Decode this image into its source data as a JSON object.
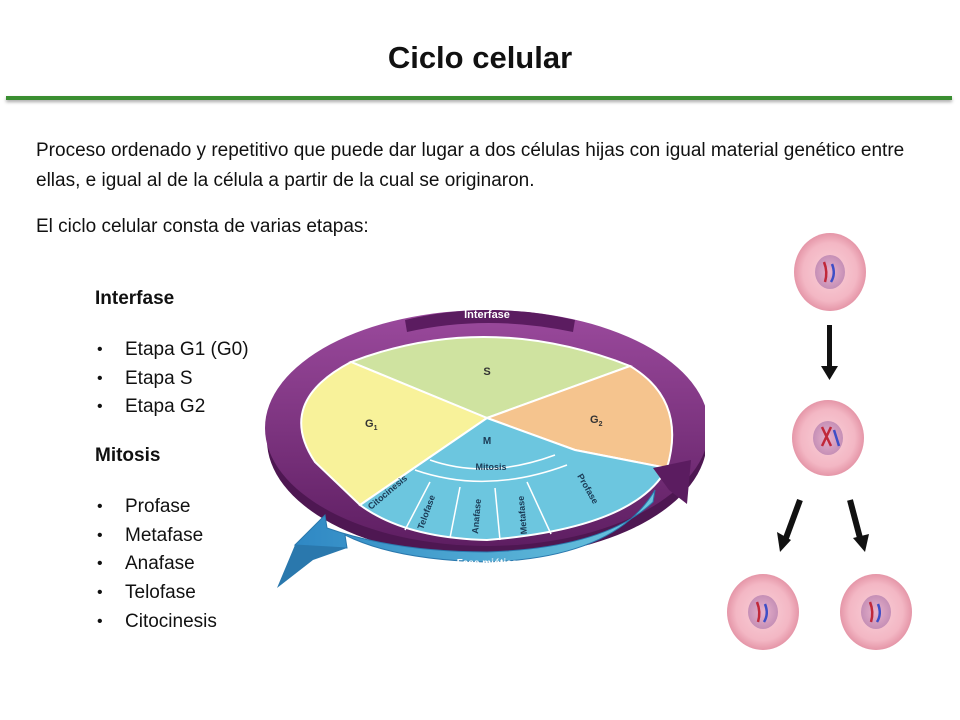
{
  "title": "Ciclo celular",
  "intro": "Proceso ordenado y repetitivo que puede dar lugar a dos células hijas con igual material genético entre ellas, e igual al de la célula a partir de la cual se originaron.",
  "stages_intro": "El ciclo celular consta de varias etapas:",
  "interfase": {
    "heading": "Interfase",
    "items": [
      "Etapa G1 (G0)",
      "Etapa S",
      "Etapa G2"
    ]
  },
  "mitosis": {
    "heading": "Mitosis",
    "items": [
      "Profase",
      "Metafase",
      "Anafase",
      "Telofase",
      "Citocinesis"
    ]
  },
  "diagram": {
    "ring_label": "Interfase",
    "s": "S",
    "g1": "G",
    "g1_sub": "1",
    "g2": "G",
    "g2_sub": "2",
    "m": "M",
    "mitosis_band": "Mitosis",
    "fase_miotica": "Fase miótica",
    "citocinesis": "Citocinesis",
    "telofase": "Telofase",
    "anafase": "Anafase",
    "metafase": "Metafase",
    "profase": "Profase",
    "colors": {
      "ring": "#7a2a7e",
      "s": "#cfe3a0",
      "g1": "#f8f29a",
      "g2": "#f5c48e",
      "mitosis": "#6cc6df",
      "arrow": "#4a9fd3",
      "accent_rule": "#3a8e31"
    }
  }
}
